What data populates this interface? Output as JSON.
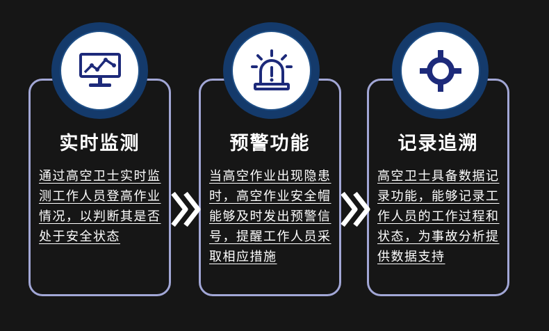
{
  "cards": [
    {
      "icon": "monitor-chart-icon",
      "title": "实时监测",
      "desc": "通过高空卫士实时监测工作人员登高作业情况，以判断其是否处于安全状态"
    },
    {
      "icon": "alarm-siren-icon",
      "title": "预警功能",
      "desc": "当高空作业出现隐患时，高空作业安全帽能够及时发出预警信号，提醒工作人员采取相应措施"
    },
    {
      "icon": "crosshair-target-icon",
      "title": "记录追溯",
      "desc": "高空卫士具备数据记录功能，能够记录工作人员的工作过程和状态，为事故分析提供数据支持"
    }
  ],
  "colors": {
    "background": "#161616",
    "card_border": "#a2a7d6",
    "badge_ring": "#143a6b",
    "icon_navy": "#1d2a7a",
    "text": "#ffffff"
  },
  "arrow_icon": "double-chevron-right-icon"
}
